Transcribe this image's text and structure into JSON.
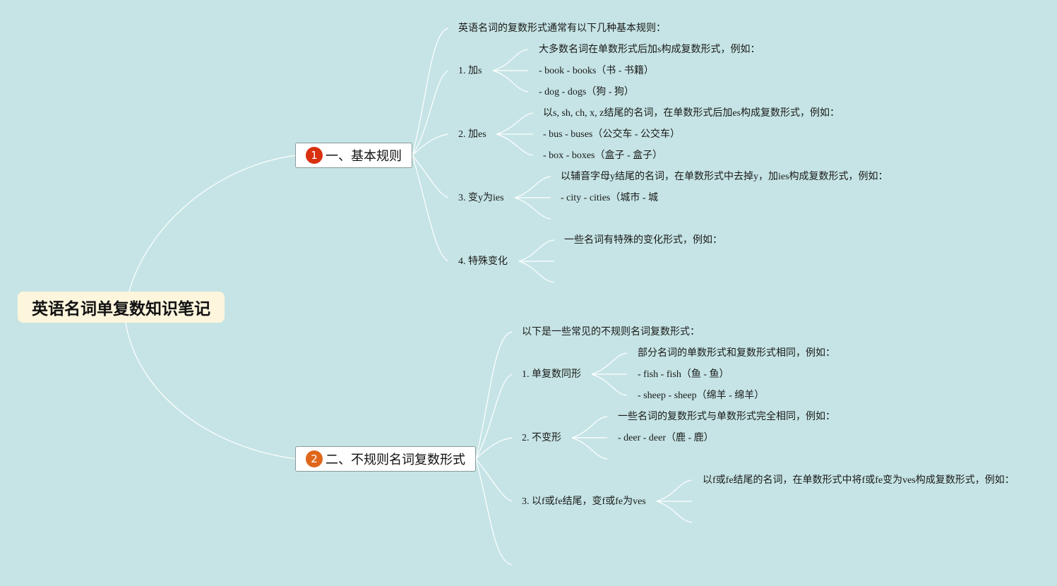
{
  "root": {
    "title": "英语名词单复数知识笔记"
  },
  "topics": [
    {
      "badge": "1",
      "label": "一、基本规则",
      "intro": "英语名词的复数形式通常有以下几种基本规则：",
      "subtopics": [
        {
          "label": "1. 加s",
          "details": [
            "大多数名词在单数形式后加s构成复数形式，例如：",
            "- book - books（书 - 书籍）",
            "- dog - dogs（狗 - 狗）"
          ]
        },
        {
          "label": "2. 加es",
          "details": [
            "以s, sh, ch, x, z结尾的名词，在单数形式后加es构成复数形式，例如：",
            "- bus - buses（公交车 - 公交车）",
            "- box - boxes（盒子 - 盒子）"
          ]
        },
        {
          "label": "3. 变y为ies",
          "details": [
            "以辅音字母y结尾的名词，在单数形式中去掉y，加ies构成复数形式，例如：",
            "- city - cities（城市 - 城"
          ]
        },
        {
          "label": "4. 特殊变化",
          "details": [
            "一些名词有特殊的变化形式，例如："
          ]
        }
      ]
    },
    {
      "badge": "2",
      "label": "二、不规则名词复数形式",
      "intro": "以下是一些常见的不规则名词复数形式：",
      "subtopics": [
        {
          "label": "1. 单复数同形",
          "details": [
            "部分名词的单数形式和复数形式相同，例如：",
            "- fish - fish（鱼 - 鱼）",
            "- sheep - sheep（绵羊 - 绵羊）"
          ]
        },
        {
          "label": "2. 不变形",
          "details": [
            "一些名词的复数形式与单数形式完全相同，例如：",
            "- deer - deer（鹿 - 鹿）"
          ]
        },
        {
          "label": "3. 以f或fe结尾，变f或fe为ves",
          "details": [
            "以f或fe结尾的名词，在单数形式中将f或fe变为ves构成复数形式，例如："
          ]
        }
      ]
    }
  ],
  "colors": {
    "background": "#c6e4e5",
    "root_fill": "#fdf6dd",
    "badge_1": "#d9300f",
    "badge_2": "#e0661a",
    "connector": "#ffffff"
  }
}
